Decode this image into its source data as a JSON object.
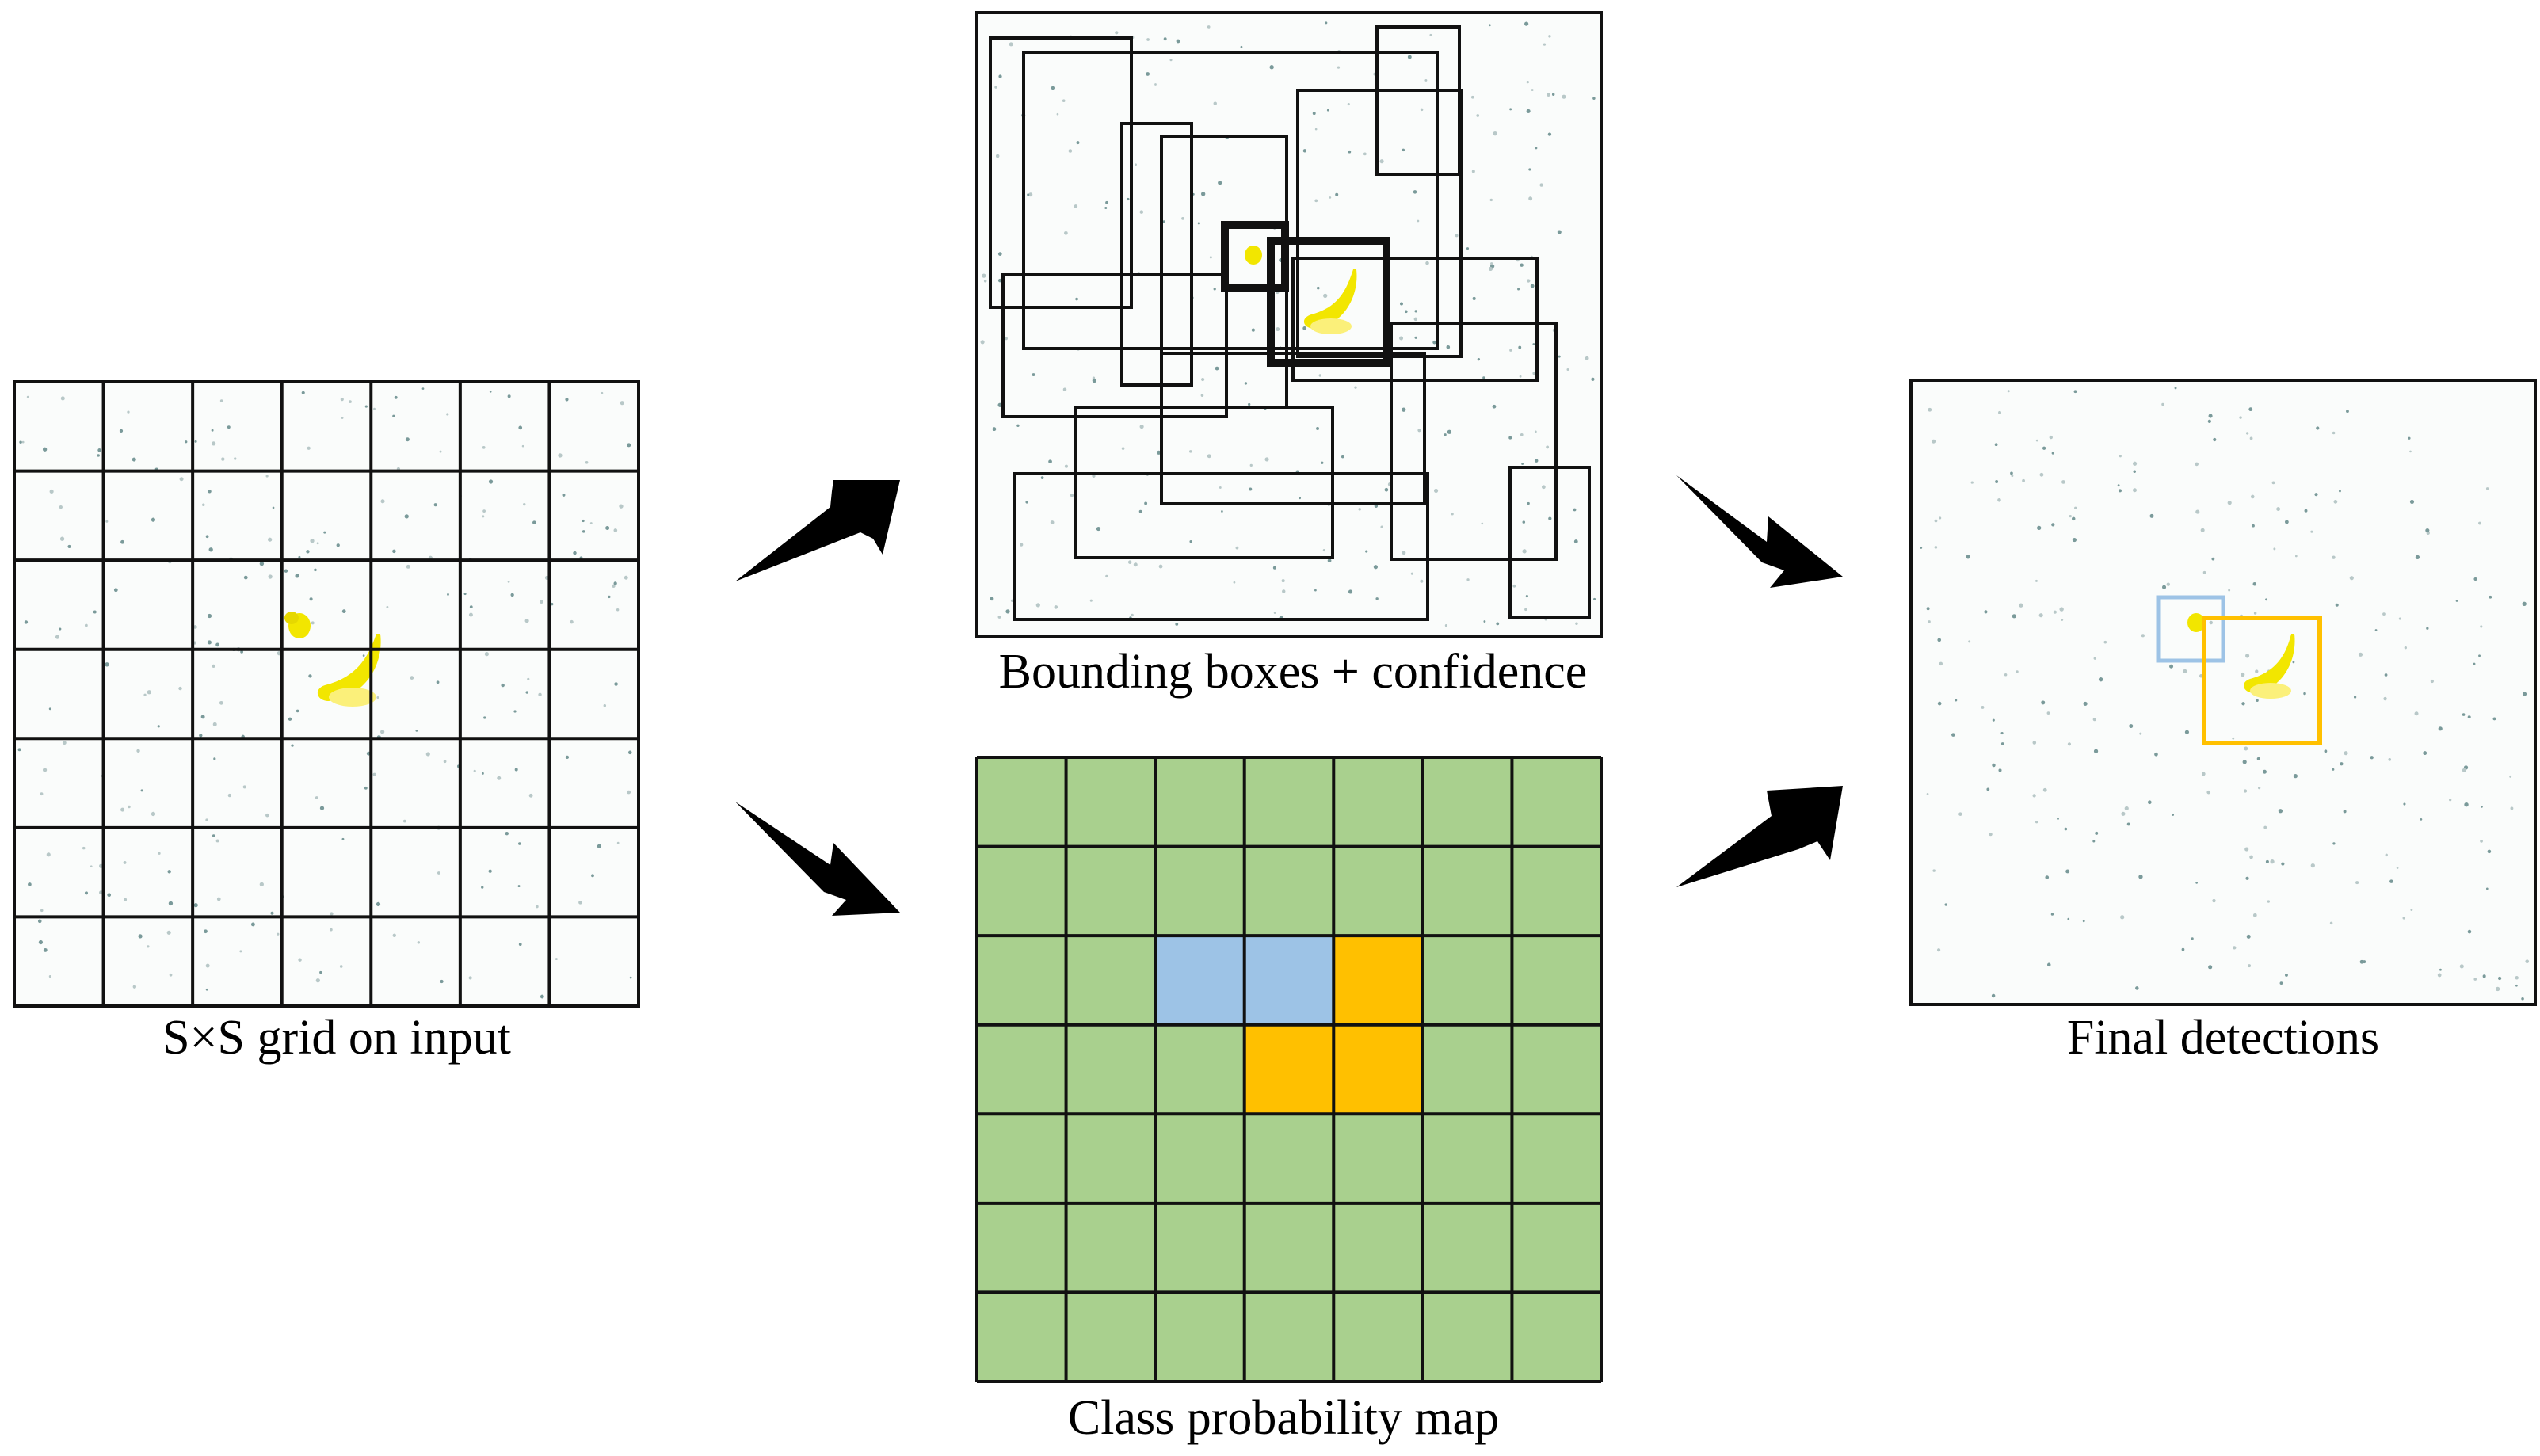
{
  "panels": {
    "input": {
      "label": "S×S grid on input",
      "grid_size": 7
    },
    "boxes": {
      "label": "Bounding boxes + confidence"
    },
    "probmap": {
      "label": "Class probability map",
      "grid_size": 7,
      "cells": [
        [
          "g",
          "g",
          "g",
          "g",
          "g",
          "g",
          "g"
        ],
        [
          "g",
          "g",
          "g",
          "g",
          "g",
          "g",
          "g"
        ],
        [
          "g",
          "g",
          "b",
          "b",
          "o",
          "g",
          "g"
        ],
        [
          "g",
          "g",
          "g",
          "o",
          "o",
          "g",
          "g"
        ],
        [
          "g",
          "g",
          "g",
          "g",
          "g",
          "g",
          "g"
        ],
        [
          "g",
          "g",
          "g",
          "g",
          "g",
          "g",
          "g"
        ],
        [
          "g",
          "g",
          "g",
          "g",
          "g",
          "g",
          "g"
        ]
      ]
    },
    "final": {
      "label": "Final detections"
    }
  },
  "colors": {
    "background_class": "#a9d08e",
    "class_blue": "#9dc3e6",
    "class_orange": "#ffc000",
    "object": "#f2e600",
    "grid_line": "#111111",
    "arrow": "#000000"
  },
  "icons": {
    "flow_arrow": "arrow-icon"
  }
}
